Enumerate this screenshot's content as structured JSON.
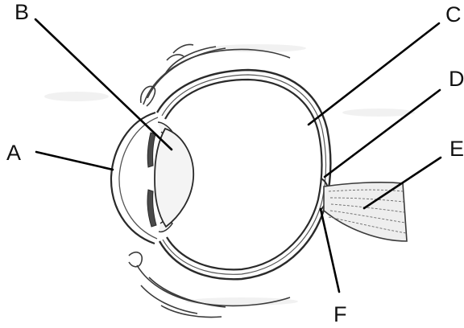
{
  "labels": {
    "a": "A",
    "b": "B",
    "c": "C",
    "d": "D",
    "e": "E",
    "f": "F"
  },
  "colors": {
    "outline": "#2a2a2a",
    "lens_fill": "#f4f4f4",
    "iris_fill": "#4a4a4a",
    "nerve_fill": "#eeeeee",
    "leader_line": "#000000",
    "background": "#ffffff"
  }
}
